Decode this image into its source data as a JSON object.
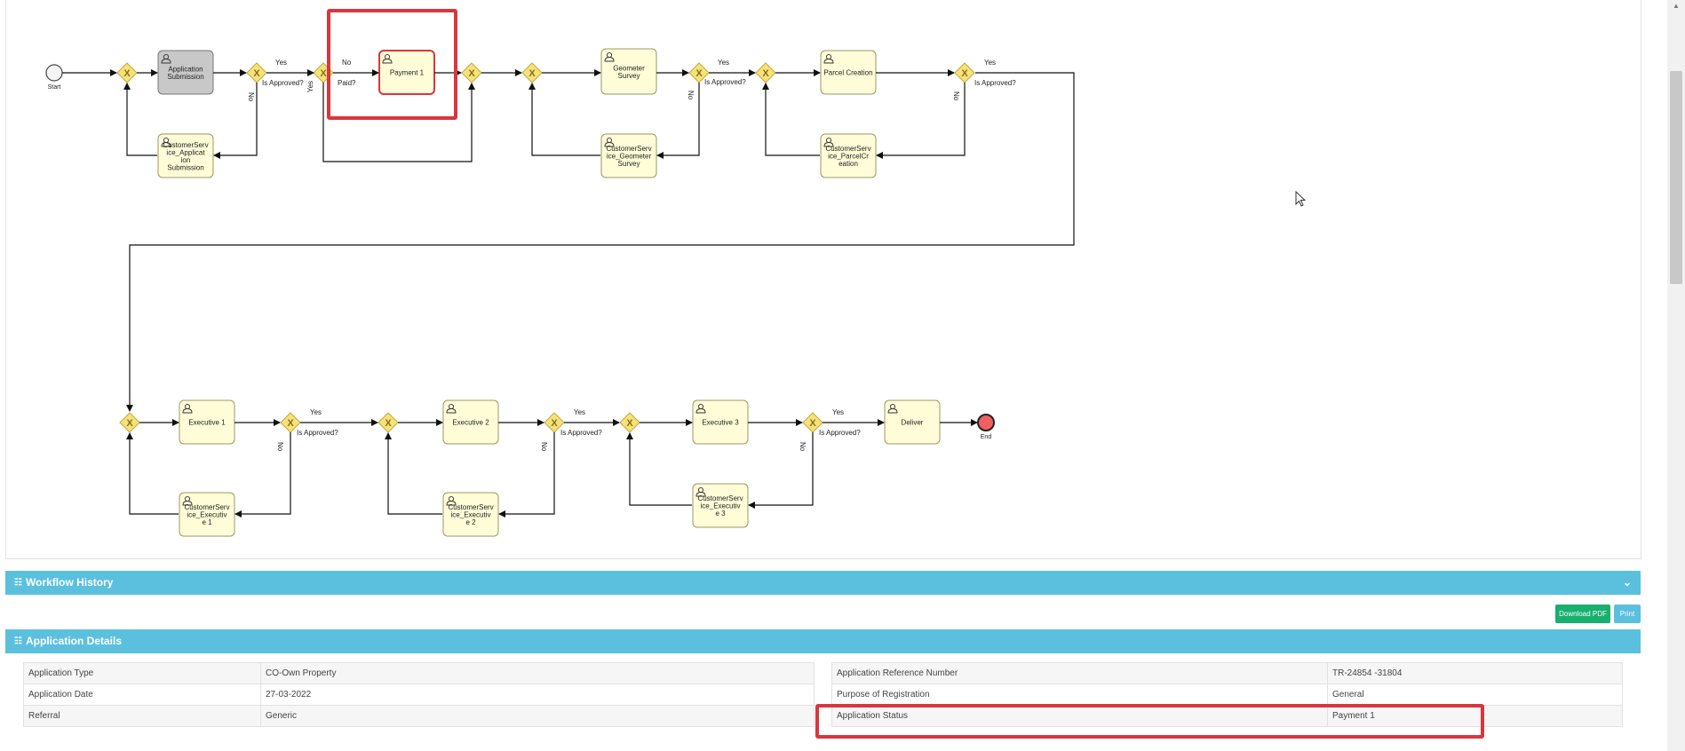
{
  "diagram": {
    "start_label": "Start",
    "end_label": "End",
    "tasks": {
      "app_submission": "Application Submission",
      "payment1": "Payment 1",
      "geometer_survey": "Geometer Survey",
      "parcel_creation": "Parcel Creation",
      "cs_app_submission": "CustomerService_Application Submission",
      "cs_geometer": "CustomerService_GeometerSurvey",
      "cs_parcel": "CustomerService_ParcelCreation",
      "exec1": "Executive 1",
      "exec2": "Executive 2",
      "exec3": "Executive 3",
      "deliver": "Deliver",
      "cs_exec1": "CustomerService_Executive 1",
      "cs_exec2": "CustomerService_Executive 2",
      "cs_exec3": "CustomerService_Executive 3"
    },
    "labels": {
      "yes": "Yes",
      "no": "No",
      "is_approved": "Is Approved?",
      "paid": "Paid?"
    }
  },
  "workflow_history": {
    "title": "Workflow History"
  },
  "application_details": {
    "title": "Application Details",
    "download_pdf": "Download PDF",
    "print": "Print",
    "left_rows": [
      {
        "label": "Application Type",
        "value": "CO-Own Property"
      },
      {
        "label": "Application Date",
        "value": "27-03-2022"
      },
      {
        "label": "Referral",
        "value": "Generic"
      }
    ],
    "right_rows": [
      {
        "label": "Application Reference Number",
        "value": "TR-24854 -31804"
      },
      {
        "label": "Purpose of Registration",
        "value": "General"
      },
      {
        "label": "Application Status",
        "value": "Payment 1"
      }
    ]
  },
  "colors": {
    "task_fill": "#fefdd8",
    "task_stroke": "#999966",
    "completed_task_fill": "#c8c8c8",
    "active_task_stroke": "#d9363e",
    "gateway_fill": "#f5e27a",
    "gateway_stroke": "#c7a83a",
    "header_blue": "#5bc0de",
    "highlight_red": "#d9363e",
    "end_event": "#f06060"
  }
}
